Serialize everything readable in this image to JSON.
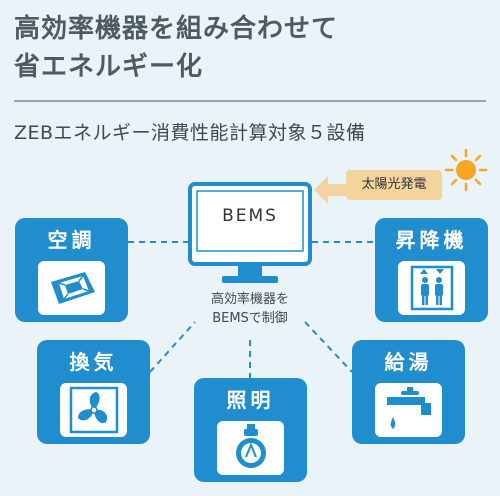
{
  "title_line1": "高効率機器を組み合わせて",
  "title_line2": "省エネルギー化",
  "subtitle": "ZEBエネルギー消費性能計算対象５設備",
  "center": {
    "monitor_text": "BEMS",
    "caption_line1": "高効率機器を",
    "caption_line2": "BEMSで制御"
  },
  "solar": {
    "label": "太陽光発電",
    "icon": "sun-icon"
  },
  "equipment": {
    "air_conditioning": {
      "label": "空調",
      "icon": "ceiling-cassette-ac-icon"
    },
    "elevator": {
      "label": "昇降機",
      "icon": "elevator-icon"
    },
    "ventilation": {
      "label": "換気",
      "icon": "fan-icon"
    },
    "lighting": {
      "label": "照明",
      "icon": "light-bulb-icon"
    },
    "hot_water": {
      "label": "給湯",
      "icon": "faucet-icon"
    }
  },
  "colors": {
    "card": "#1f8dce",
    "background": "#eaf3f8",
    "solar_tag": "#f3d39e",
    "sun": "#f5a623"
  }
}
